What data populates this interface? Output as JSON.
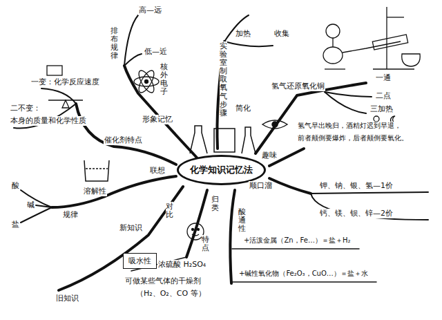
{
  "diagram": {
    "nodes": [
      {
        "text": [
          "化学知识记忆法"
        ]
      },
      {
        "text": [
          "吸水性"
        ]
      }
    ],
    "labels": [
      "高—远",
      "低—近",
      "排布规律",
      "核外电子",
      "实验室制取氧气步骤",
      "收集",
      "加热",
      "简化",
      "氢气还原氧化铜",
      "一通",
      "二点",
      "三加热",
      "趣味",
      "氢气早出晚归，酒精灯迟到早退，",
      "前者颠倒要爆炸，后者颠倒要氧化。",
      "顺口溜",
      "钾、钠、银、氢—1价",
      "钙、镁、钡、锌—2价",
      "归类",
      "酸通性",
      "+活泼金属（Zn，Fe…）＝盐＋H₂",
      "+碱性氧化物（Fe₂O₃，CuO…）＝盐＋水",
      "特点",
      "浓硫酸 H₂SO₄",
      "可做某些气体的干燥剂",
      "（H₂、O₂、CO 等）",
      "新知识",
      "旧知识",
      "对比",
      "溶解性",
      "联想",
      "规律",
      "酸",
      "碱",
      "盐",
      "一变：化学反应速度",
      "二不变：",
      "本身的质量和化学性质",
      "催化剂特点",
      "形象记忆"
    ]
  }
}
